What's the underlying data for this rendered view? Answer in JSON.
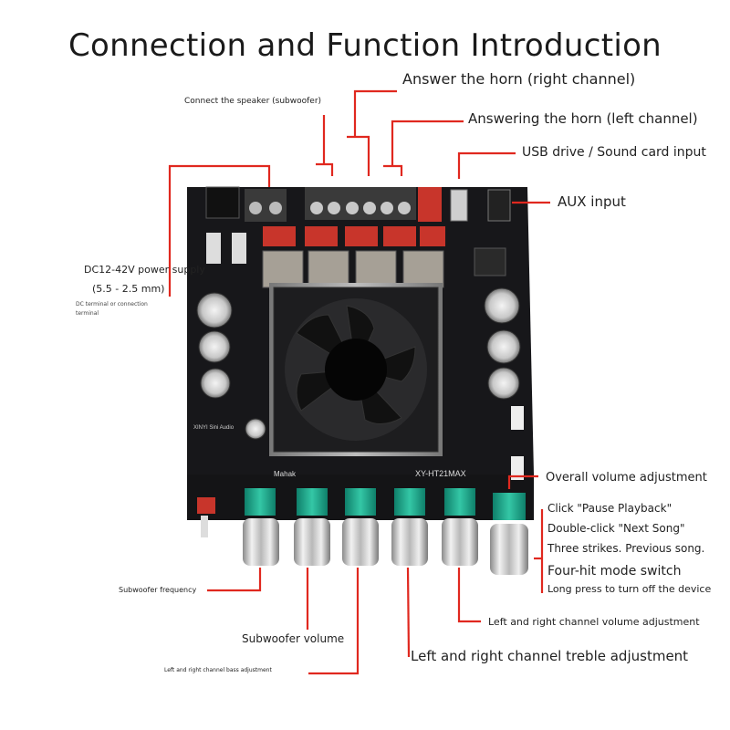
{
  "title": "Connection and Function Introduction",
  "labels": {
    "right_channel": "Answer the horn (right channel)",
    "subwoofer_speaker": "Connect the speaker (subwoofer)",
    "left_channel": "Answering the horn (left channel)",
    "usb_input": "USB drive / Sound card input",
    "aux_input": "AUX input",
    "power_supply": "DC12-42V power supply",
    "power_size": "(5.5 - 2.5 mm)",
    "dc_terminal_1": "DC terminal or connection",
    "dc_terminal_2": "terminal",
    "overall_volume": "Overall volume adjustment",
    "click_pause": "Click \"Pause Playback\"",
    "double_click_next": "Double-click \"Next Song\"",
    "three_strikes_prev": "Three strikes. Previous song.",
    "four_hit_mode": "Four-hit mode switch",
    "long_press_off": "Long press to turn off the device",
    "subwoofer_frequency": "Subwoofer frequency",
    "lr_volume": "Left and right channel volume adjustment",
    "subwoofer_volume": "Subwoofer volume",
    "lr_treble": "Left and right channel treble adjustment",
    "lr_bass": "Left and right channel bass adjustment"
  },
  "board_text": {
    "brand": "XINYI Sini Audio",
    "model": "XY-HT21MAX",
    "maker": "Mahak"
  },
  "colors": {
    "leader_line": "#e0281f",
    "board": "#17171a",
    "terminal": "#3a3a3a",
    "capacitor_red": "#c8352b",
    "knob_base": "#1aa58b",
    "knob_metal": "#c9c9c9",
    "fan": "#1d1d1f"
  }
}
